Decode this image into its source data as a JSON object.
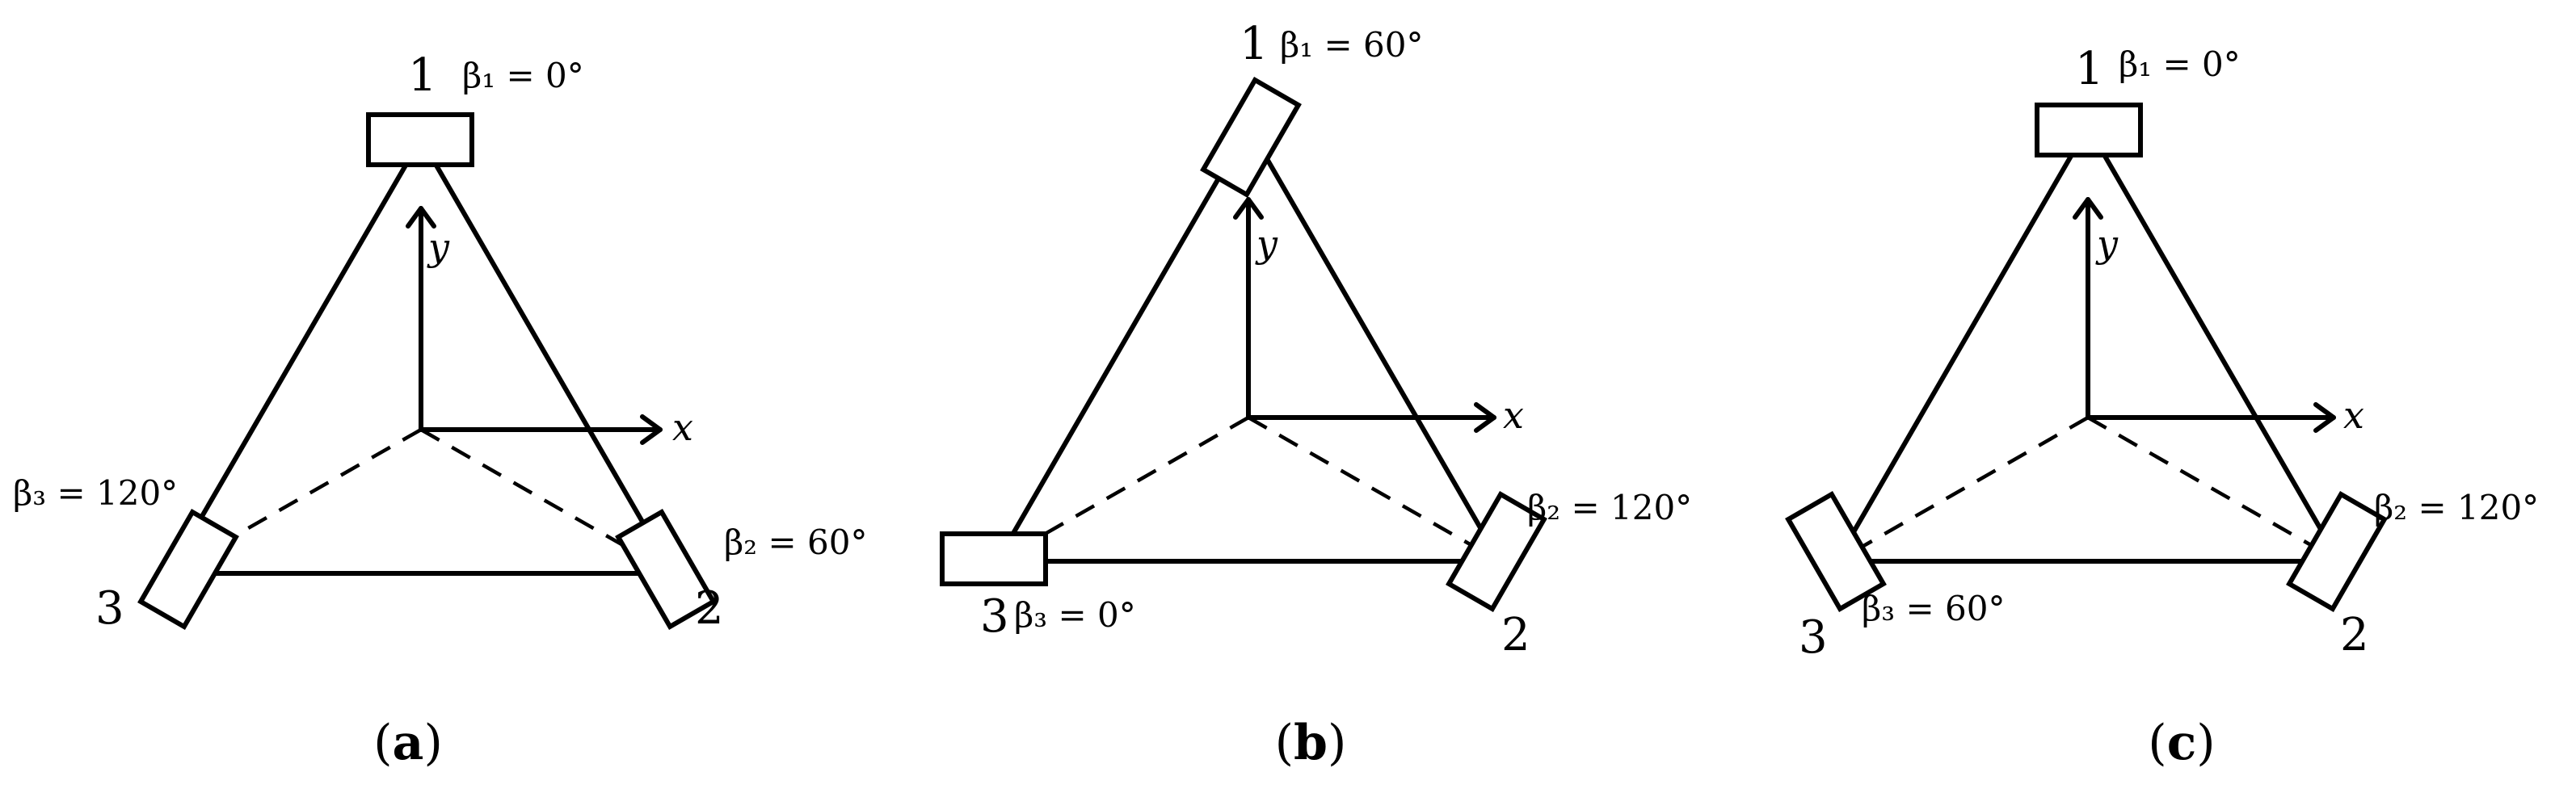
{
  "panels": [
    {
      "caption": "a",
      "vertices": [
        {
          "number": "1",
          "angle_label": "β₁ = 0°"
        },
        {
          "number": "2",
          "angle_label": "β₂ = 60°"
        },
        {
          "number": "3",
          "angle_label": "β₃ = 120°"
        }
      ],
      "axes": {
        "x": "x",
        "y": "y"
      }
    },
    {
      "caption": "b",
      "vertices": [
        {
          "number": "1",
          "angle_label": "β₁ = 60°"
        },
        {
          "number": "2",
          "angle_label": "β₂ = 120°"
        },
        {
          "number": "3",
          "angle_label": "β₃ = 0°"
        }
      ],
      "axes": {
        "x": "x",
        "y": "y"
      }
    },
    {
      "caption": "c",
      "vertices": [
        {
          "number": "1",
          "angle_label": "β₁ = 0°"
        },
        {
          "number": "2",
          "angle_label": "β₂ = 120°"
        },
        {
          "number": "3",
          "angle_label": "β₃ = 60°"
        }
      ],
      "axes": {
        "x": "x",
        "y": "y"
      }
    }
  ]
}
